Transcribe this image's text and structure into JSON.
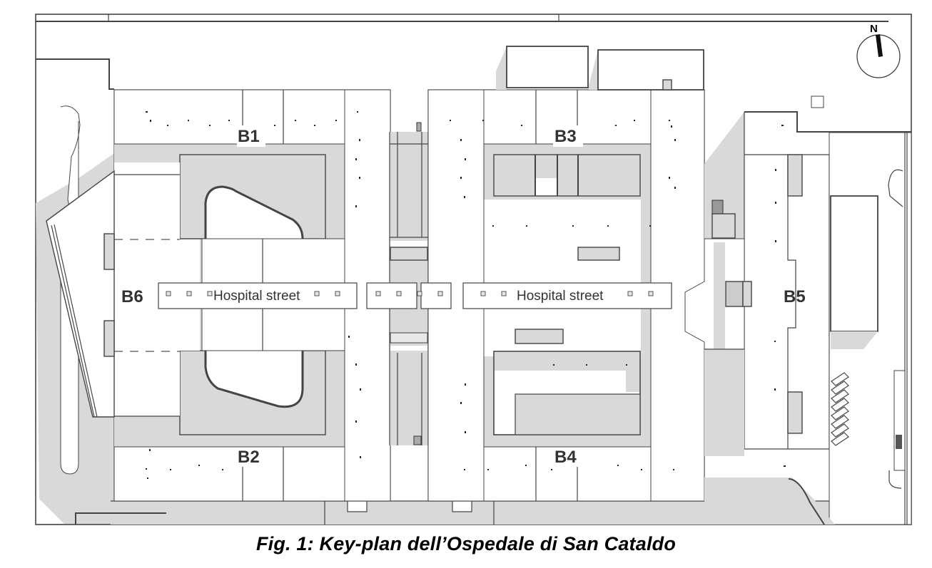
{
  "figure": {
    "caption": "Fig. 1: Key-plan dell’Ospedale di San Cataldo",
    "north_label": "N",
    "blocks": {
      "b1": "B1",
      "b2": "B2",
      "b3": "B3",
      "b4": "B4",
      "b5": "B5",
      "b6": "B6"
    },
    "streets": {
      "west": "Hospital street",
      "east": "Hospital street"
    },
    "colors": {
      "background": "#ffffff",
      "shaded_area": "#d9d9d9",
      "line": "#444444",
      "label": "#333333"
    }
  }
}
